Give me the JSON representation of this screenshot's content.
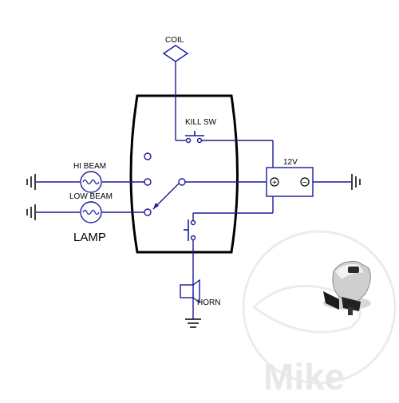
{
  "labels": {
    "coil": "COIL",
    "kill_sw": "KILL SW",
    "hi_beam": "HI BEAM",
    "low_beam": "LOW BEAM",
    "lamp": "LAMP",
    "battery": "12V",
    "horn": "HORN"
  },
  "battery": {
    "plus": "+",
    "minus": "−"
  },
  "watermark": {
    "brand": "Mike"
  },
  "colors": {
    "wire": "#1a1a9c",
    "outline": "#000000",
    "watermark": "#e8e8e8"
  }
}
